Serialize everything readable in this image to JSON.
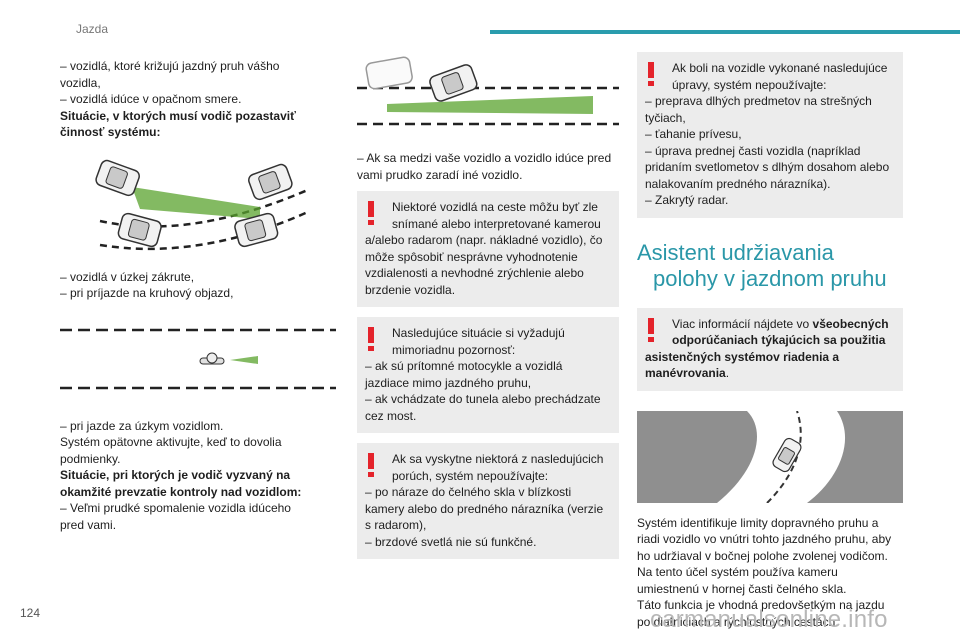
{
  "header": {
    "chapter": "Jazda"
  },
  "page_number": "124",
  "watermark": "carmanualsonline.info",
  "col1": {
    "p1": [
      "– vozidlá, ktoré križujú jazdný pruh vášho",
      "vozidla,",
      "– vozidlá idúce v opačnom smere."
    ],
    "p2_bold": [
      "Situácie, v ktorých musí vodič pozastaviť",
      "činnosť systému:"
    ],
    "p3": [
      "– vozidlá v úzkej zákrute,",
      "– pri príjazde na kruhový objazd,"
    ],
    "p4": [
      "– pri jazde za úzkym vozidlom.",
      "Systém opätovne aktivujte, keď to dovolia",
      "podmienky."
    ],
    "p5_bold": [
      "Situácie, pri ktorých je vodič vyzvaný na",
      "okamžité prevzatie kontroly nad vozidlom:"
    ],
    "p6": [
      "– Veľmi prudké spomalenie vozidla idúceho",
      "pred vami."
    ]
  },
  "col2": {
    "p1": [
      "– Ak sa medzi vaše vozidlo a vozidlo idúce pred",
      "vami prudko zaradí iné vozidlo."
    ],
    "warn1": {
      "first": [
        "Niektoré vozidlá na ceste môžu byť zle",
        "snímané alebo interpretované kamerou"
      ],
      "rest": [
        "a/alebo radarom (napr. nákladné vozidlo), čo",
        "môže spôsobiť nesprávne vyhodnotenie",
        "vzdialenosti a nevhodné zrýchlenie alebo",
        "brzdenie vozidla."
      ]
    },
    "warn2": {
      "first": [
        "Nasledujúce situácie si vyžadujú",
        "mimoriadnu pozornosť:"
      ],
      "rest": [
        "– ak sú prítomné motocykle a vozidlá",
        "jazdiace mimo jazdného pruhu,",
        "– ak vchádzate do tunela alebo prechádzate",
        "cez most."
      ]
    },
    "warn3": {
      "first": [
        "Ak sa vyskytne niektorá z nasledujúcich",
        "porúch, systém nepoužívajte:"
      ],
      "rest": [
        "– po náraze do čelného skla v blízkosti",
        "kamery alebo do predného nárazníka (verzie",
        "s radarom),",
        "– brzdové svetlá nie sú funkčné."
      ]
    }
  },
  "col3": {
    "warn4": {
      "first": [
        "Ak boli na vozidle vykonané nasledujúce",
        "úpravy, systém nepoužívajte:"
      ],
      "rest": [
        "– preprava dlhých predmetov na strešných",
        "tyčiach,",
        "– ťahanie prívesu,",
        "– úprava prednej časti vozidla (napríklad",
        "pridaním svetlometov s dlhým dosahom alebo",
        "nalakovaním predného nárazníka).",
        "– Zakrytý radar."
      ]
    },
    "section_title": [
      "Asistent udržiavania",
      "polohy v jazdnom pruhu"
    ],
    "warn5": {
      "pre": "Viac informácií nájdete vo ",
      "bold1": "všeobecných",
      "bold2": "odporúčaniach týkajúcich sa použitia",
      "bold3": "asistenčných systémov riadenia a",
      "bold4": "manévrovania",
      "post": "."
    },
    "p_final": [
      "Systém identifikuje limity dopravného pruhu a",
      "riadi vozidlo vo vnútri tohto jazdného pruhu, aby",
      "ho udržiaval v bočnej polohe zvolenej vodičom.",
      "Na tento účel systém používa kameru",
      "umiestnenú v hornej časti čelného skla.",
      "Táto funkcia je vhodná predovšetkým na jazdu",
      "po diaľniciach a rýchlostných cestách."
    ]
  },
  "colors": {
    "accent": "#2a97a8",
    "warning": "#e4232b",
    "beam": "#5aa32e",
    "box": "#ececec"
  },
  "icons": [
    "warning-icon",
    "car-icon",
    "motorcycle-icon",
    "road-illustration"
  ]
}
